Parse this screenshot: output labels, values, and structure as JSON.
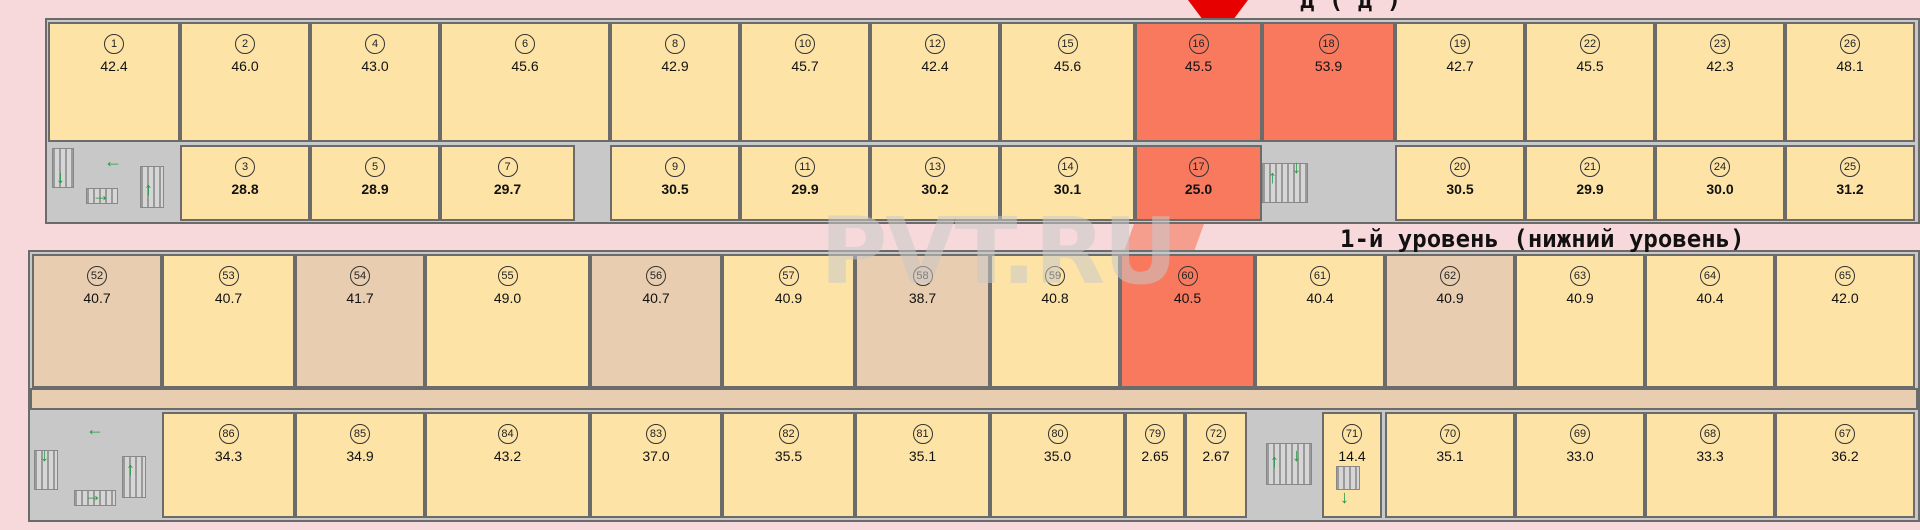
{
  "levels": {
    "upper_label": "д   (      д      )",
    "lower_label": "1-й уровень (нижний уровень)"
  },
  "watermark": "PVT.RU",
  "colors": {
    "selected": "#f8795e",
    "room": "#fde4a6",
    "beige": "#e8cdb0",
    "arrow": "#1f9a3f",
    "marker": "#e60000"
  },
  "upper_top": [
    {
      "num": "1",
      "area": "42.4"
    },
    {
      "num": "2",
      "area": "46.0"
    },
    {
      "num": "4",
      "area": "43.0"
    },
    {
      "num": "6",
      "area": "45.6"
    },
    {
      "num": "8",
      "area": "42.9"
    },
    {
      "num": "10",
      "area": "45.7"
    },
    {
      "num": "12",
      "area": "42.4"
    },
    {
      "num": "15",
      "area": "45.6"
    },
    {
      "num": "16",
      "area": "45.5"
    },
    {
      "num": "18",
      "area": "53.9"
    },
    {
      "num": "19",
      "area": "42.7"
    },
    {
      "num": "22",
      "area": "45.5"
    },
    {
      "num": "23",
      "area": "42.3"
    },
    {
      "num": "26",
      "area": "48.1"
    }
  ],
  "upper_bottom": [
    {
      "num": "3",
      "area": "28.8"
    },
    {
      "num": "5",
      "area": "28.9"
    },
    {
      "num": "7",
      "area": "29.7"
    },
    {
      "num": "9",
      "area": "30.5"
    },
    {
      "num": "11",
      "area": "29.9"
    },
    {
      "num": "13",
      "area": "30.2"
    },
    {
      "num": "14",
      "area": "30.1"
    },
    {
      "num": "17",
      "area": "25.0"
    },
    {
      "num": "20",
      "area": "30.5"
    },
    {
      "num": "21",
      "area": "29.9"
    },
    {
      "num": "24",
      "area": "30.0"
    },
    {
      "num": "25",
      "area": "31.2"
    }
  ],
  "lower_top": [
    {
      "num": "52",
      "area": "40.7"
    },
    {
      "num": "53",
      "area": "40.7"
    },
    {
      "num": "54",
      "area": "41.7"
    },
    {
      "num": "55",
      "area": "49.0"
    },
    {
      "num": "56",
      "area": "40.7"
    },
    {
      "num": "57",
      "area": "40.9"
    },
    {
      "num": "58",
      "area": "38.7"
    },
    {
      "num": "59",
      "area": "40.8"
    },
    {
      "num": "60",
      "area": "40.5"
    },
    {
      "num": "61",
      "area": "40.4"
    },
    {
      "num": "62",
      "area": "40.9"
    },
    {
      "num": "63",
      "area": "40.9"
    },
    {
      "num": "64",
      "area": "40.4"
    },
    {
      "num": "65",
      "area": "42.0"
    }
  ],
  "lower_bottom": [
    {
      "num": "86",
      "area": "34.3"
    },
    {
      "num": "85",
      "area": "34.9"
    },
    {
      "num": "84",
      "area": "43.2"
    },
    {
      "num": "83",
      "area": "37.0"
    },
    {
      "num": "82",
      "area": "35.5"
    },
    {
      "num": "81",
      "area": "35.1"
    },
    {
      "num": "80",
      "area": "35.0"
    },
    {
      "num": "79",
      "area": "2.65"
    },
    {
      "num": "72",
      "area": "2.67"
    },
    {
      "num": "71",
      "area": "14.4"
    },
    {
      "num": "70",
      "area": "35.1"
    },
    {
      "num": "69",
      "area": "33.0"
    },
    {
      "num": "68",
      "area": "33.3"
    },
    {
      "num": "67",
      "area": "36.2"
    }
  ]
}
